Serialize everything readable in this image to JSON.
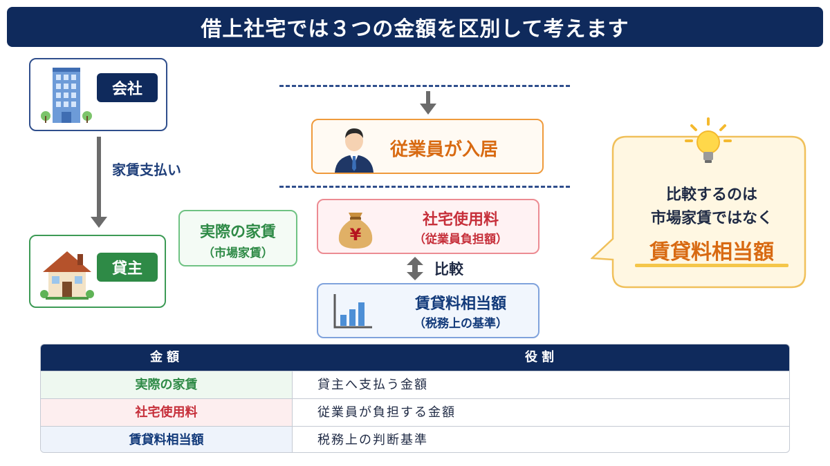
{
  "title": "借上社宅では３つの金額を区別して考えます",
  "company": {
    "label": "会社",
    "icon": "office-building-icon"
  },
  "landlord": {
    "label": "貸主",
    "icon": "house-icon"
  },
  "rent_payment_label": "家賃支払い",
  "employee_box": {
    "label": "従業員が入居",
    "icon": "businessman-icon"
  },
  "actual_rent_box": {
    "line1": "実際の家賃",
    "line2": "（市場家賃）"
  },
  "usage_fee_box": {
    "line1": "社宅使用料",
    "line2": "（従業員負担額）",
    "icon": "yen-money-bag-icon"
  },
  "compare_label": "比較",
  "rent_equivalent_box": {
    "line1": "賃貸料相当額",
    "line2": "（税務上の基準）",
    "icon": "bar-chart-icon"
  },
  "callout": {
    "line1": "比較するのは",
    "line2": "市場家賃ではなく",
    "highlight": "賃貸料相当額",
    "icon": "lightbulb-icon"
  },
  "table": {
    "headers": [
      "金額",
      "役割"
    ],
    "rows": [
      {
        "amount": "実際の家賃",
        "role": "貸主へ支払う金額",
        "color": "#2e8a46",
        "bg": "#eef8f0"
      },
      {
        "amount": "社宅使用料",
        "role": "従業員が負担する金額",
        "color": "#c62f3a",
        "bg": "#fdeeef"
      },
      {
        "amount": "賃貸料相当額",
        "role": "税務上の判断基準",
        "color": "#123a7a",
        "bg": "#eef3fb"
      }
    ]
  },
  "colors": {
    "navy": "#0f2a5c",
    "green": "#2e8a46",
    "orange": "#d86a12",
    "red": "#c62f3a",
    "blue": "#123a7a"
  }
}
